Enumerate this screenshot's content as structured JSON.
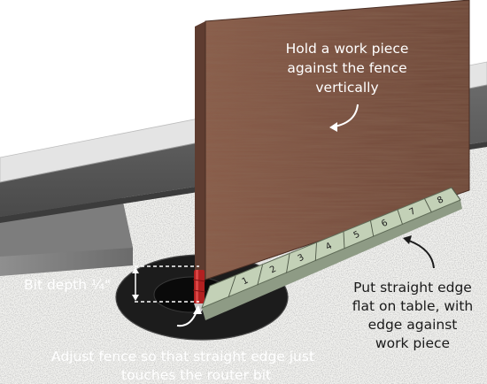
{
  "annotations": {
    "hold_work_piece": [
      "Hold a work piece",
      "against the fence",
      "vertically"
    ],
    "bit_depth": "Bit depth ¼\"",
    "straight_edge": [
      "Put straight edge",
      "flat on table, with",
      "edge against",
      "work piece"
    ],
    "adjust_fence": [
      "Adjust fence so that straight edge just",
      "touches the router bit"
    ]
  },
  "straight_edge_marks": [
    "1",
    "2",
    "3",
    "4",
    "5",
    "6",
    "7",
    "8"
  ],
  "colors": {
    "wood": "#7a5040",
    "table": "#f2f2ef",
    "fence_face": "#5a5a5a",
    "fence_top": "#e2e2e2",
    "insert_ring": "#1c1c1c",
    "straight_edge": "#c3d1b7",
    "router_bit": "#b22020"
  }
}
